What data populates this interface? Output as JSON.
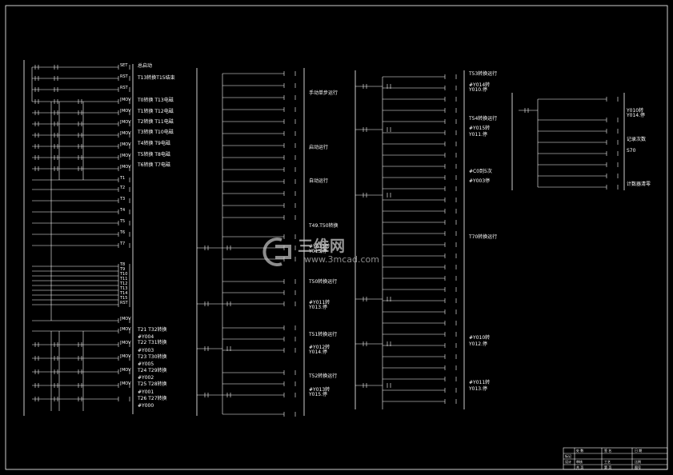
{
  "watermark": {
    "brand": "三维网",
    "url": "www.3mcad.com"
  },
  "colors": {
    "background": "#000000",
    "lines": "#ffffff",
    "watermark": "#c8c8c8"
  },
  "ladder1": {
    "coils": [
      "SET",
      "RST",
      "RST",
      "[MOV",
      "[MOV",
      "[MOV",
      "[MOV",
      "[MOV",
      "[MOV",
      "[MOV",
      "T1",
      "T2",
      "T3",
      "T4",
      "T5",
      "T6",
      "T7",
      "T8",
      "T9",
      "T10",
      "T11",
      "T12",
      "T13",
      "T14",
      "T15",
      "RST",
      "[MOV",
      "[MOV",
      "[MOV",
      "[MOV",
      "[MOV",
      "[MOV"
    ],
    "notes": [
      "总启动",
      "T13转换T15结束",
      "T0转换 T13电磁",
      "T1转换 T12电磁",
      "T2转换 T11电磁",
      "T3转换 T10电磁",
      "T4转换 T9电磁",
      "T5转换 T8电磁",
      "T6转换 T7电磁",
      "T21 T32转换",
      "#Y004",
      "T22 T31转换",
      "#Y003",
      "T23 T30转换",
      "#Y005",
      "T24 T29转换",
      "#Y002",
      "T25 T28转换",
      "#Y001",
      "T26 T27转换",
      "#Y000"
    ]
  },
  "ladder2": {
    "notes": [
      "手动单步运行",
      "启动运行",
      "自动运行",
      "T49.T50转换",
      "#Y011转",
      "Y013.停",
      "T50转换运行",
      "#Y011转",
      "Y013.停",
      "T51转换运行",
      "#Y012转",
      "Y014.停",
      "T52转换运行",
      "#Y013转",
      "Y015.停"
    ]
  },
  "ladder3": {
    "notes": [
      "T53转换运行",
      "#Y014转",
      "Y010.停",
      "T54转换运行",
      "#Y015转",
      "Y011.停",
      "#C0到5次",
      "#Y003停",
      "T70转换运行",
      "#Y010转",
      "Y012.停",
      "#Y011转",
      "Y013.停"
    ]
  },
  "ladder4": {
    "notes": [
      "Y010转",
      "Y014.停",
      "记录次数",
      "S70",
      "计数器清零"
    ]
  },
  "title_block": {
    "cells": [
      "处 数",
      "签 名",
      "日 期",
      "标记",
      "设计",
      "审核",
      "工艺",
      "比例",
      "共 页",
      "第 页",
      "图号"
    ]
  }
}
